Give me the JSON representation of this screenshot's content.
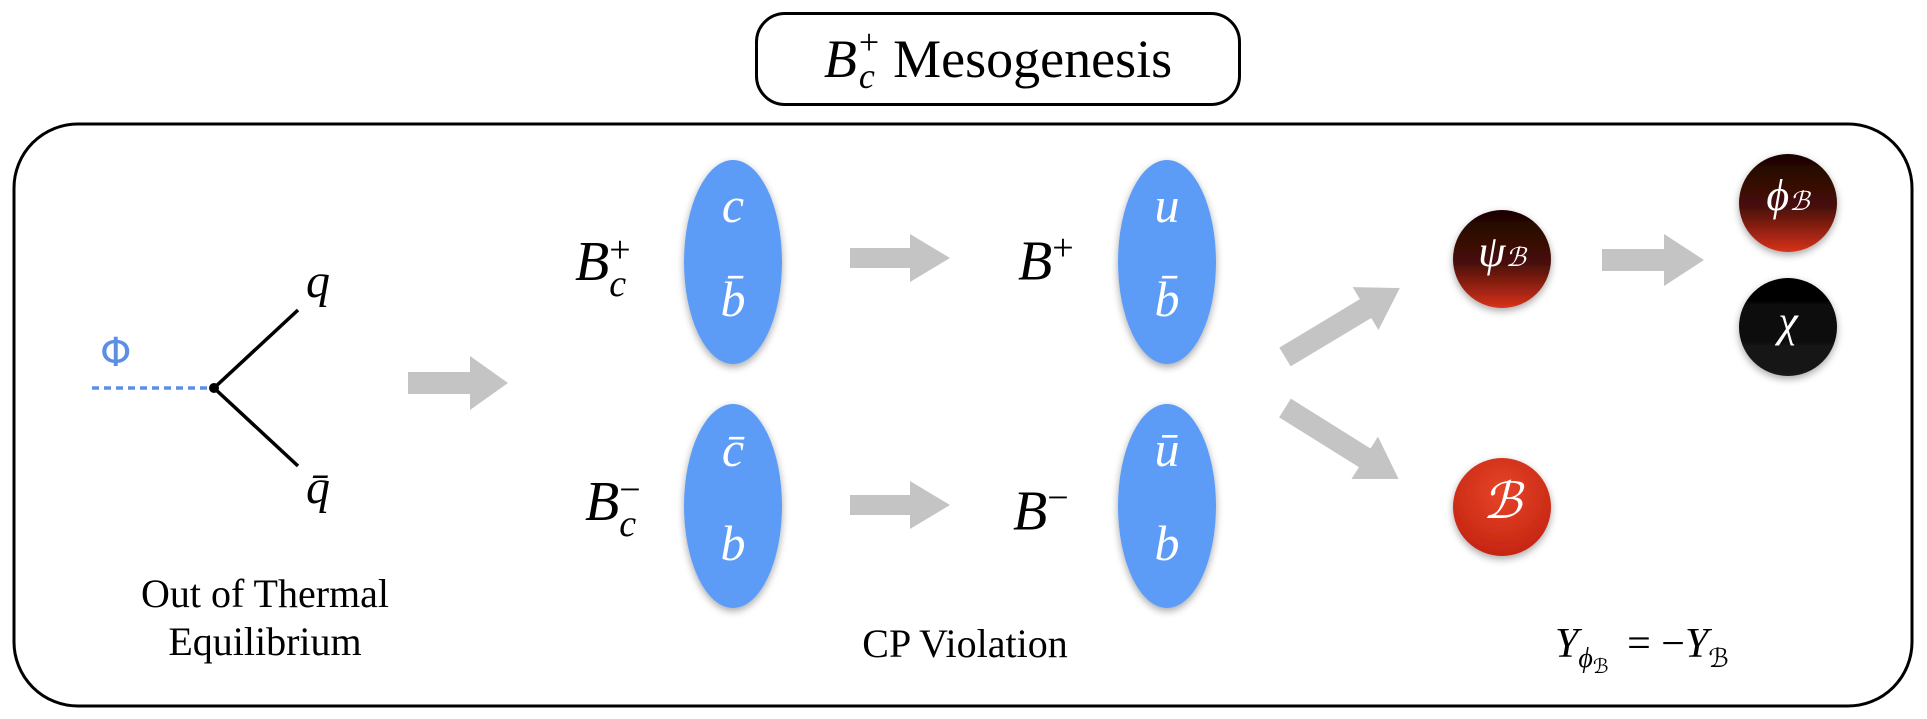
{
  "title": {
    "symbol": "B",
    "sub": "c",
    "sup": "+",
    "text": "Mesogenesis"
  },
  "stage1": {
    "field_label": "Φ",
    "quark_top": "q",
    "quark_bottom": "q̄",
    "caption_line1": "Out of Thermal",
    "caption_line2": "Equilibrium"
  },
  "stage2": {
    "top_meson": {
      "symbol": "B",
      "sub": "c",
      "sup": "+",
      "quark_a": "c",
      "quark_b": "b̄"
    },
    "bottom_meson": {
      "symbol": "B",
      "sub": "c",
      "sup": "−",
      "quark_a": "c̄",
      "quark_b": "b"
    },
    "top_product": {
      "symbol": "B",
      "sup": "+",
      "quark_a": "u",
      "quark_b": "b̄"
    },
    "bottom_product": {
      "symbol": "B",
      "sup": "−",
      "quark_a": "ū",
      "quark_b": "b"
    },
    "caption": "CP Violation"
  },
  "stage3": {
    "psi_label": "ψ",
    "psi_sub": "ℬ",
    "phi_label": "ϕ",
    "phi_sub": "ℬ",
    "chi_label": "χ",
    "baryon_label": "ℬ",
    "relation": {
      "lhs": "Y",
      "lhs_sub": "ϕ",
      "lhs_subsub": "ℬ",
      "eq": "= −",
      "rhs": "Y",
      "rhs_sub": "ℬ"
    }
  },
  "colors": {
    "quark_blue": "#5b9cf6",
    "field_blue": "#5b8fe6",
    "arrow_gray": "#c4c4c4",
    "baryon_red": "#d8321b",
    "dark_red": "#3a0d06",
    "black_ball": "#0a0a0a"
  }
}
